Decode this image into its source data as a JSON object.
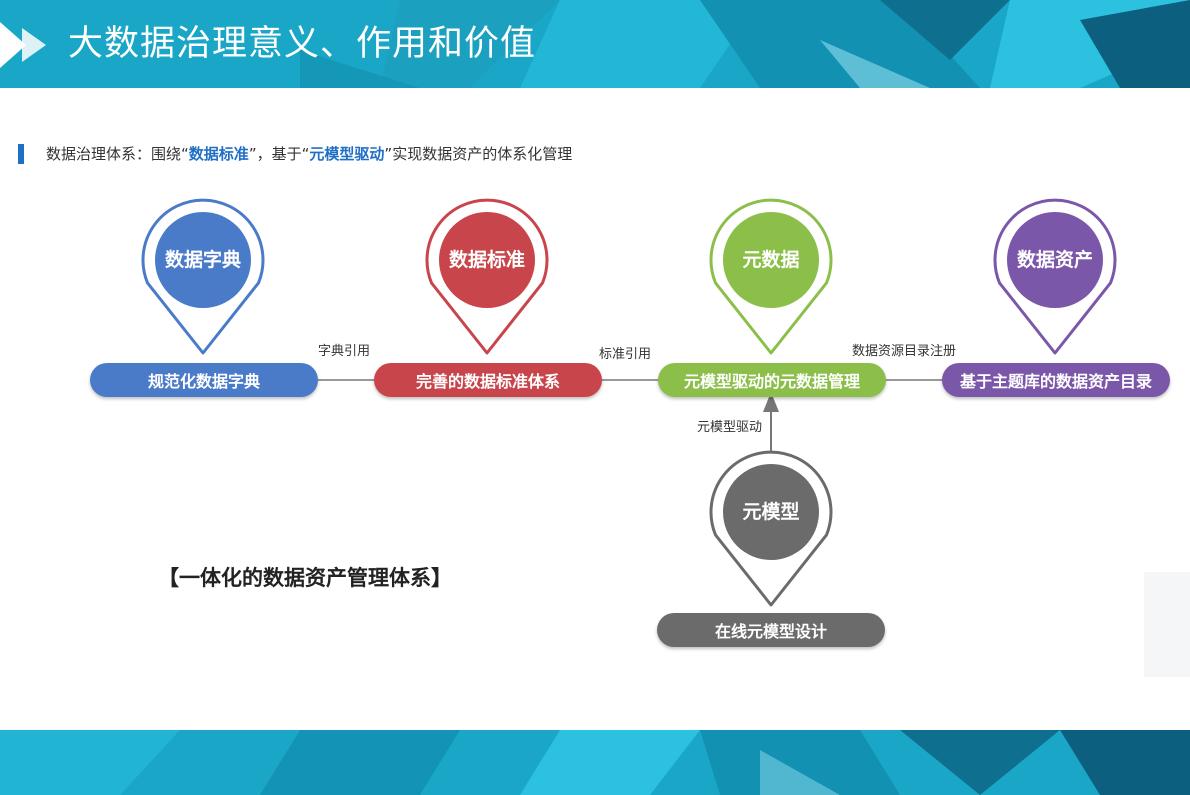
{
  "title": "大数据治理意义、作用和价值",
  "subtitle": {
    "prefix": "数据治理体系：围绕",
    "q1_open": "“",
    "highlight1": "数据标准",
    "q1_close": "”",
    "mid": "，基于",
    "q2_open": "“",
    "highlight2": "元模型驱动",
    "q2_close": "”",
    "suffix": "实现数据资产的体系化管理"
  },
  "pins": [
    {
      "label": "数据字典",
      "color": "#4a7bc8"
    },
    {
      "label": "数据标准",
      "color": "#c8464b"
    },
    {
      "label": "元数据",
      "color": "#8bbf4a"
    },
    {
      "label": "数据资产",
      "color": "#7b57a9"
    },
    {
      "label": "元模型",
      "color": "#6b6b6b"
    }
  ],
  "pills": [
    {
      "label": "规范化数据字典",
      "color": "#4a7bc8"
    },
    {
      "label": "完善的数据标准体系",
      "color": "#c8464b"
    },
    {
      "label": "元模型驱动的元数据管理",
      "color": "#8bbf4a"
    },
    {
      "label": "基于主题库的数据资产目录",
      "color": "#7b57a9"
    },
    {
      "label": "在线元模型设计",
      "color": "#6b6b6b"
    }
  ],
  "edges": {
    "e1": "字典引用",
    "e2": "标准引用",
    "e3": "数据资源目录注册",
    "e4": "元模型驱动"
  },
  "caption": "【一体化的数据资产管理体系】"
}
